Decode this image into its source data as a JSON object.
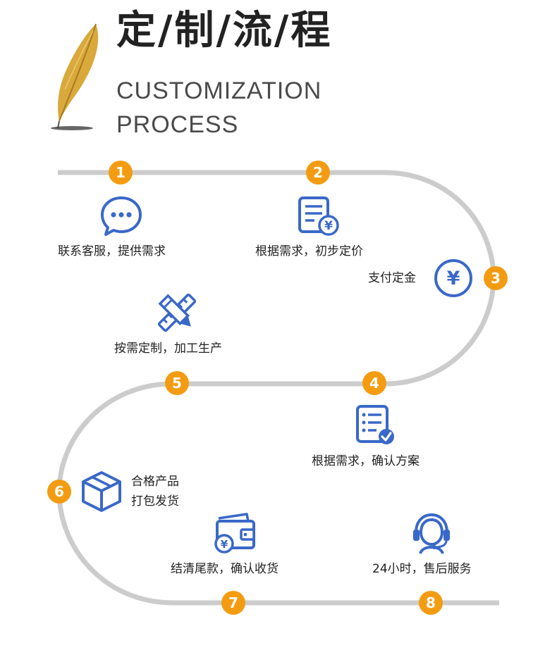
{
  "header": {
    "title": "定/制/流/程",
    "subtitle_line1": "CUSTOMIZATION",
    "subtitle_line2": "PROCESS"
  },
  "colors": {
    "accent": "#f39c12",
    "icon": "#3a68c8",
    "track": "#cccccc",
    "text": "#222222"
  },
  "steps": [
    {
      "number": "1",
      "label": "联系客服，提供需求",
      "icon": "chat-bubble-icon"
    },
    {
      "number": "2",
      "label": "根据需求，初步定价",
      "icon": "price-document-icon"
    },
    {
      "number": "3",
      "label": "支付定金",
      "icon": "yuan-circle-icon"
    },
    {
      "number": "4",
      "label": "根据需求，确认方案",
      "icon": "checklist-document-icon"
    },
    {
      "number": "5",
      "label": "按需定制，加工生产",
      "icon": "pencil-ruler-icon"
    },
    {
      "number": "6",
      "label_line1": "合格产品",
      "label_line2": "打包发货",
      "icon": "package-box-icon"
    },
    {
      "number": "7",
      "label": "结清尾款，确认收货",
      "icon": "wallet-icon"
    },
    {
      "number": "8",
      "label": "24小时，售后服务",
      "icon": "headset-support-icon"
    }
  ]
}
